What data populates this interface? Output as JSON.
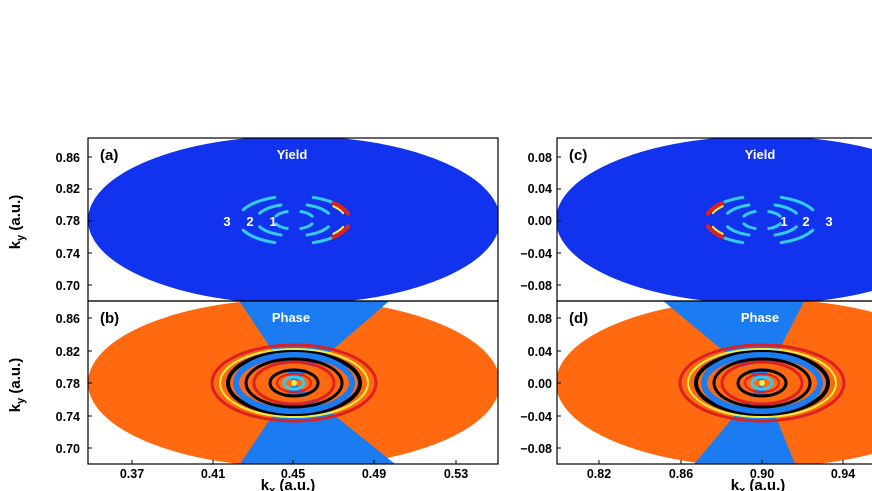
{
  "colors": {
    "yield_background": "#1133ee",
    "phase_orange": "#ff6a10",
    "phase_blue": "#1a7cf0",
    "ring_cyan": "#33ccee",
    "ring_red": "#dd2020",
    "ring_yellow": "#eeee44",
    "ring_black": "#000000"
  },
  "chart_data": [
    {
      "panel": "(a)",
      "type": "heatmap",
      "title": "Yield",
      "x_ticks": [],
      "y_ticks": [
        "0.86",
        "0.82",
        "0.78",
        "0.74",
        "0.70"
      ],
      "xlim": [
        0.35,
        0.55
      ],
      "ylim": [
        0.68,
        0.88
      ],
      "center": [
        0.45,
        0.78
      ],
      "ring_labels": [
        "3",
        "2",
        "1"
      ],
      "ylabel_main": "k",
      "ylabel_sub": "y",
      "ylabel_unit": " (a.u.)"
    },
    {
      "panel": "(b)",
      "type": "heatmap",
      "title": "Phase",
      "x_ticks": [
        "0.37",
        "0.41",
        "0.45",
        "0.49",
        "0.53"
      ],
      "y_ticks": [
        "0.86",
        "0.82",
        "0.78",
        "0.74",
        "0.70"
      ],
      "xlim": [
        0.35,
        0.55
      ],
      "ylim": [
        0.68,
        0.88
      ],
      "center": [
        0.45,
        0.78
      ],
      "xlabel_main": "k",
      "xlabel_sub": "x",
      "xlabel_unit": " (a.u.)",
      "ylabel_main": "k",
      "ylabel_sub": "y",
      "ylabel_unit": " (a.u.)"
    },
    {
      "panel": "(c)",
      "type": "heatmap",
      "title": "Yield",
      "x_ticks": [],
      "y_ticks": [
        "0.08",
        "0.04",
        "0.00",
        "−0.04",
        "−0.08"
      ],
      "xlim": [
        0.8,
        1.0
      ],
      "ylim": [
        -0.1,
        0.1
      ],
      "center": [
        0.9,
        0.0
      ],
      "ring_labels": [
        "1",
        "2",
        "3"
      ]
    },
    {
      "panel": "(d)",
      "type": "heatmap",
      "title": "Phase",
      "x_ticks": [
        "0.82",
        "0.86",
        "0.90",
        "0.94"
      ],
      "y_ticks": [
        "0.08",
        "0.04",
        "0.00",
        "−0.04",
        "−0.08"
      ],
      "xlim": [
        0.8,
        1.0
      ],
      "ylim": [
        -0.1,
        0.1
      ],
      "center": [
        0.9,
        0.0
      ],
      "xlabel_main": "k",
      "xlabel_sub": "x",
      "xlabel_unit": " (a.u.)"
    }
  ]
}
